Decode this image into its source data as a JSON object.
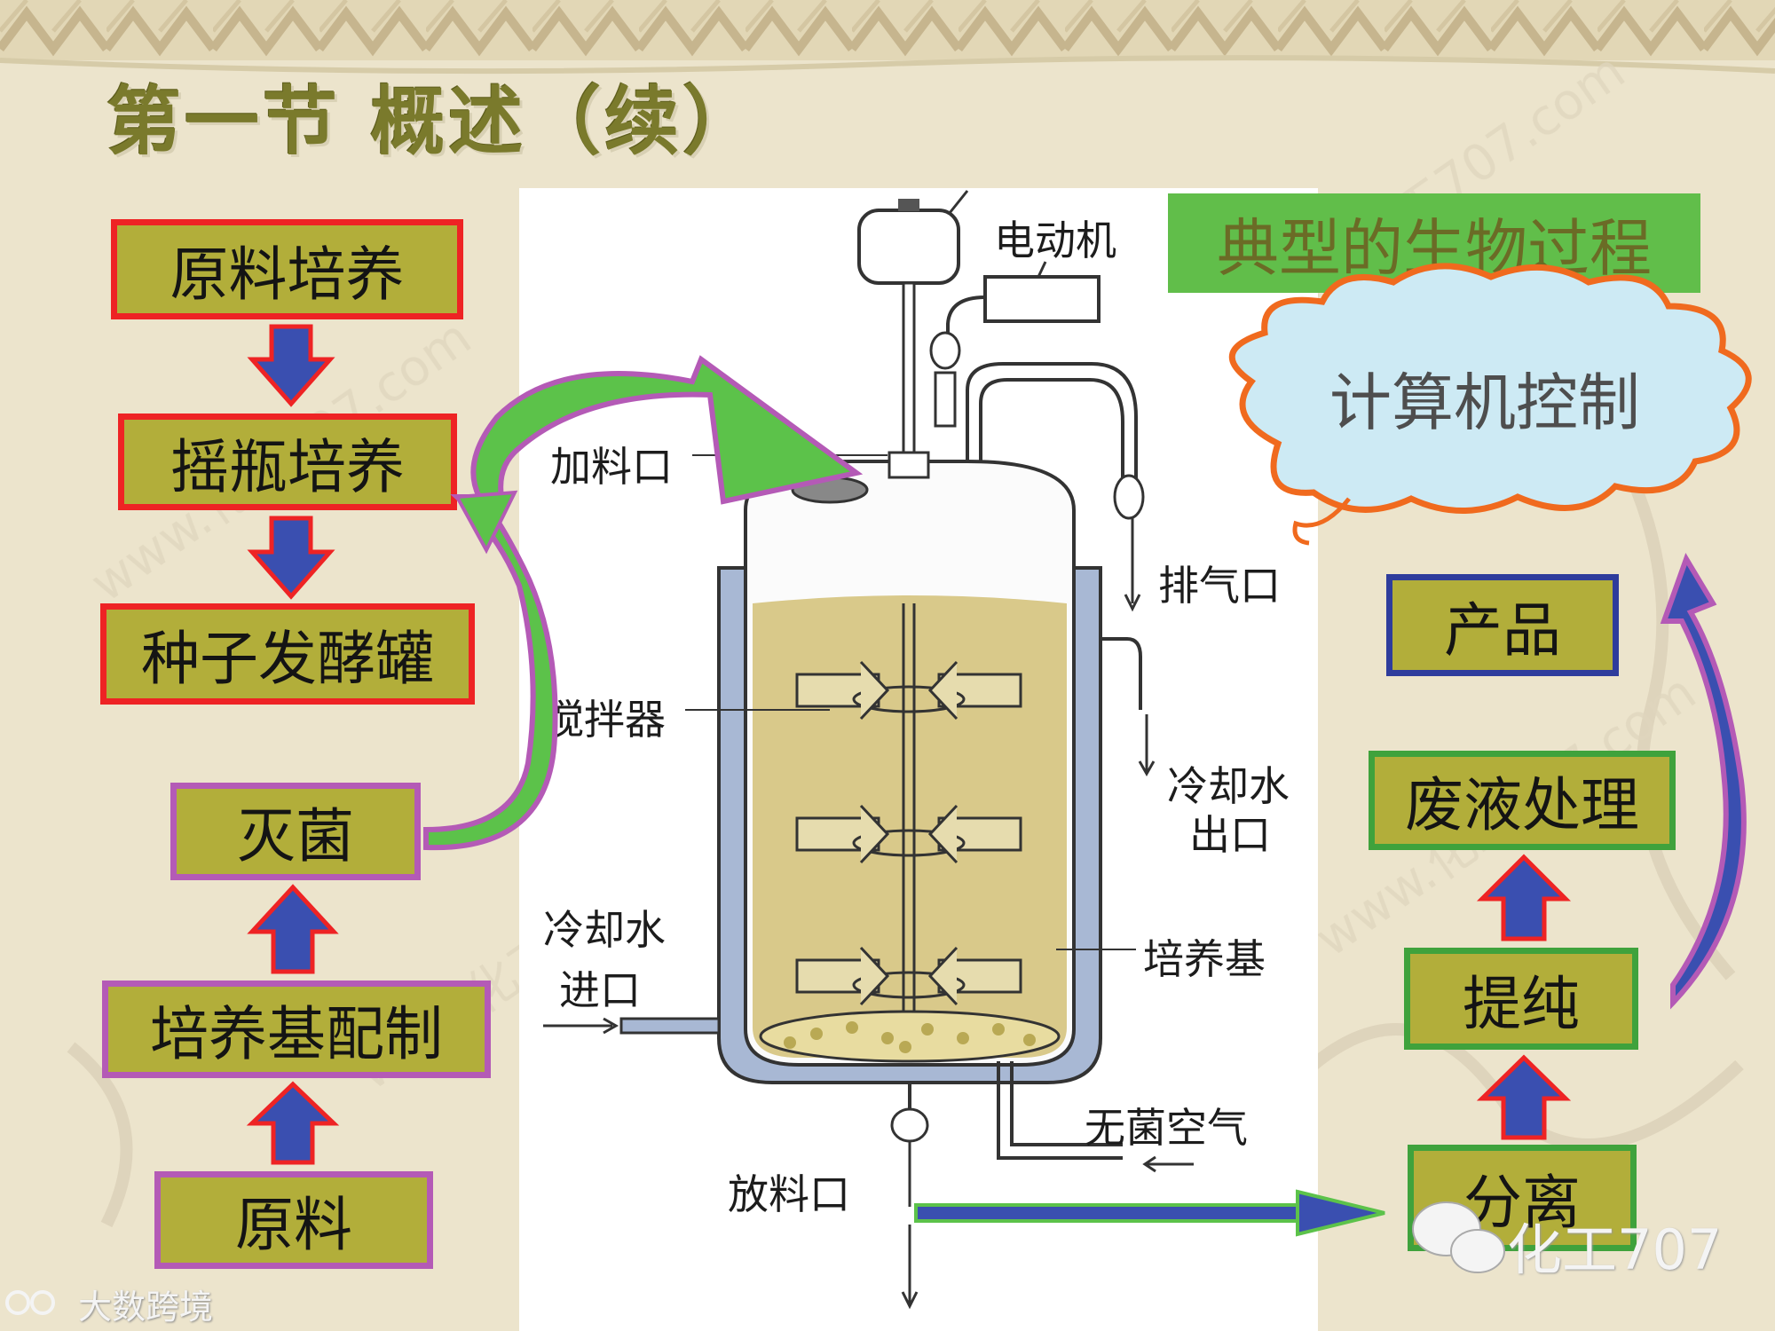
{
  "title": "第一节  概述（续）",
  "banner": "典型的生物过程",
  "cloud": "计算机控制",
  "left_flow": {
    "step1": "原料培养",
    "step2": "摇瓶培养",
    "step3": "种子发酵罐",
    "step4": "灭菌",
    "step5": "培养基配制",
    "step6": "原料"
  },
  "right_flow": {
    "step1": "产品",
    "step2": "废液处理",
    "step3": "提纯",
    "step4": "分离"
  },
  "fermenter_labels": {
    "motor": "电动机",
    "feed_port": "加料口",
    "exhaust": "排气口",
    "agitator": "搅拌器",
    "cooling_out_1": "冷却水",
    "cooling_out_2": "出口",
    "cooling_in_1": "冷却水",
    "cooling_in_2": "进口",
    "medium": "培养基",
    "sterile_air": "无菌空气",
    "discharge": "放料口"
  },
  "watermarks": {
    "wechat": "化工707",
    "corner": "大数跨境"
  },
  "colors": {
    "box_fill": "#b2ae3a",
    "border_red": "#ee2324",
    "border_purple": "#b45ab6",
    "border_blue": "#2e3c9c",
    "border_green": "#3fa23c",
    "arrow_blue": "#3a4fb0",
    "arrow_green": "#5cc24a",
    "banner_green": "#61be4a",
    "cloud_fill": "#cdeaf4",
    "cloud_border": "#f06a1e",
    "liquid": "#d9c98a",
    "jacket": "#a8b8d4"
  }
}
